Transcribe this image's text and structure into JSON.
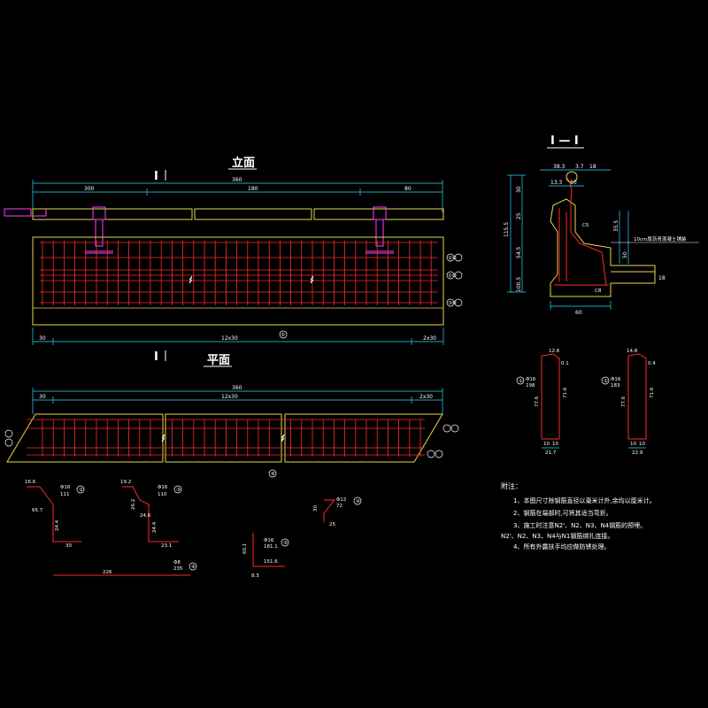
{
  "titles": {
    "elevation": "立面",
    "plan": "平面",
    "section": "I — I",
    "section_mark_top": "I",
    "section_mark_bottom": "I"
  },
  "elevation_dims": {
    "total": "360",
    "seg1": "300",
    "seg2": "180",
    "seg3": "80",
    "bottom_left": "30",
    "bottom_mid": "12x30",
    "bottom_right": "2x30"
  },
  "plan_dims": {
    "total": "360",
    "left": "30",
    "mid": "12x30",
    "right": "2x30"
  },
  "markers": [
    "①②",
    "①②",
    "③④",
    "⑤",
    "⑥"
  ],
  "section_dims": {
    "d1": "38.3",
    "d2": "3.7",
    "d3": "18",
    "d4": "13.3",
    "d5": "10",
    "h_total": "115.5",
    "h_a": "30",
    "h_b": "25",
    "h_c": "54.5",
    "h_d": "100.5",
    "r1": "35.5",
    "r2": "50",
    "bottom": "60",
    "deck": "10cm厚沥青混凝土铺装",
    "deck_h": "18",
    "label_a": "C5",
    "label_b": "C8"
  },
  "bars": [
    {
      "mark": "①",
      "spec": "Φ16",
      "len": "198",
      "dims": [
        "12.6",
        "0.1",
        "77.6",
        "71.6",
        "10",
        "10",
        "21.7"
      ]
    },
    {
      "mark": "①",
      "spec": "Φ16",
      "len": "183",
      "dims": [
        "14.8",
        "0.4",
        "77.6",
        "71.6",
        "10",
        "10",
        "22.9"
      ]
    }
  ],
  "details": {
    "d2": {
      "mark": "②",
      "spec": "Φ16",
      "len": "111",
      "dims": [
        "16.6",
        "65.7",
        "24.4",
        "30"
      ]
    },
    "d3": {
      "mark": "③",
      "spec": "Φ16",
      "len": "110",
      "dims": [
        "19.2",
        "26.2",
        "24.6",
        "24.4",
        "23.1"
      ]
    },
    "d4": {
      "mark": "④",
      "spec": "Φ12",
      "len": "72",
      "dims": [
        "30",
        "25"
      ]
    },
    "d5": {
      "mark": "⑤",
      "spec": "Φ16",
      "len": "181.1",
      "dims": [
        "60.1",
        "151.6",
        "8.3"
      ]
    },
    "d6": {
      "mark": "⑥",
      "spec": "Φ8",
      "len": "235",
      "dims": [
        "226"
      ]
    }
  },
  "notes": {
    "heading": "附注：",
    "lines": [
      "1、本图尺寸除钢筋直径以毫米计外,余均以厘米计。",
      "2、钢筋在端部时,可将其适当弯折。",
      "3、施工时注意N2'、N2、N3、N4钢筋的预埋。",
      "N2'、N2、N3、N4与N1钢筋绑扎连接。",
      "4、所有外露扶手均应做防锈处理。"
    ]
  },
  "colors": {
    "background": "#000000",
    "outline": "#e8d84a",
    "rebar": "#ff2a2a",
    "dimension": "#2ad8ff",
    "accent": "#ff40ff",
    "text": "#ffffff"
  }
}
